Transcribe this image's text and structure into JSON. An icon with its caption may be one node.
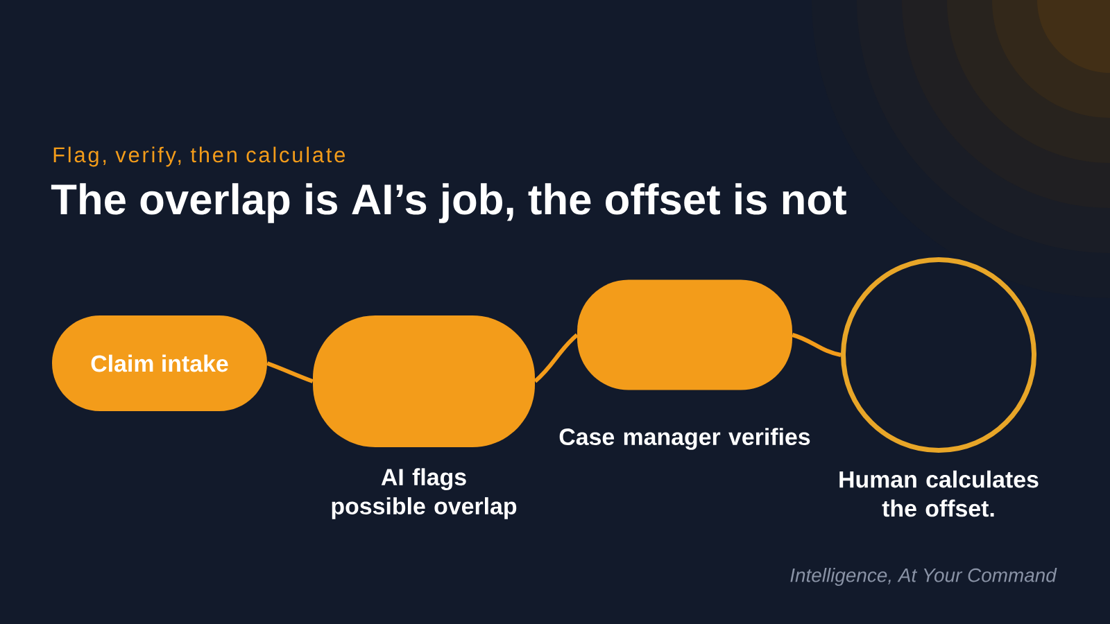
{
  "diagram": {
    "title": "The overlap is AI’s job, the offset is not",
    "nodes": [
      {
        "text": [
          "Claim intake"
        ]
      },
      {
        "text": [
          "AI flags possible overlap"
        ]
      },
      {
        "text": [
          "Case manager verifies"
        ]
      },
      {
        "text": [
          "Human calculates the offset."
        ]
      }
    ],
    "edges": [
      {
        "from": 0,
        "to": 1,
        "arrow": "none"
      },
      {
        "from": 1,
        "to": 2,
        "arrow": "none"
      },
      {
        "from": 2,
        "to": 3,
        "arrow": "none"
      }
    ],
    "labels": [
      "Flag, verify, then calculate",
      "Intelligence, At Your Command"
    ]
  }
}
